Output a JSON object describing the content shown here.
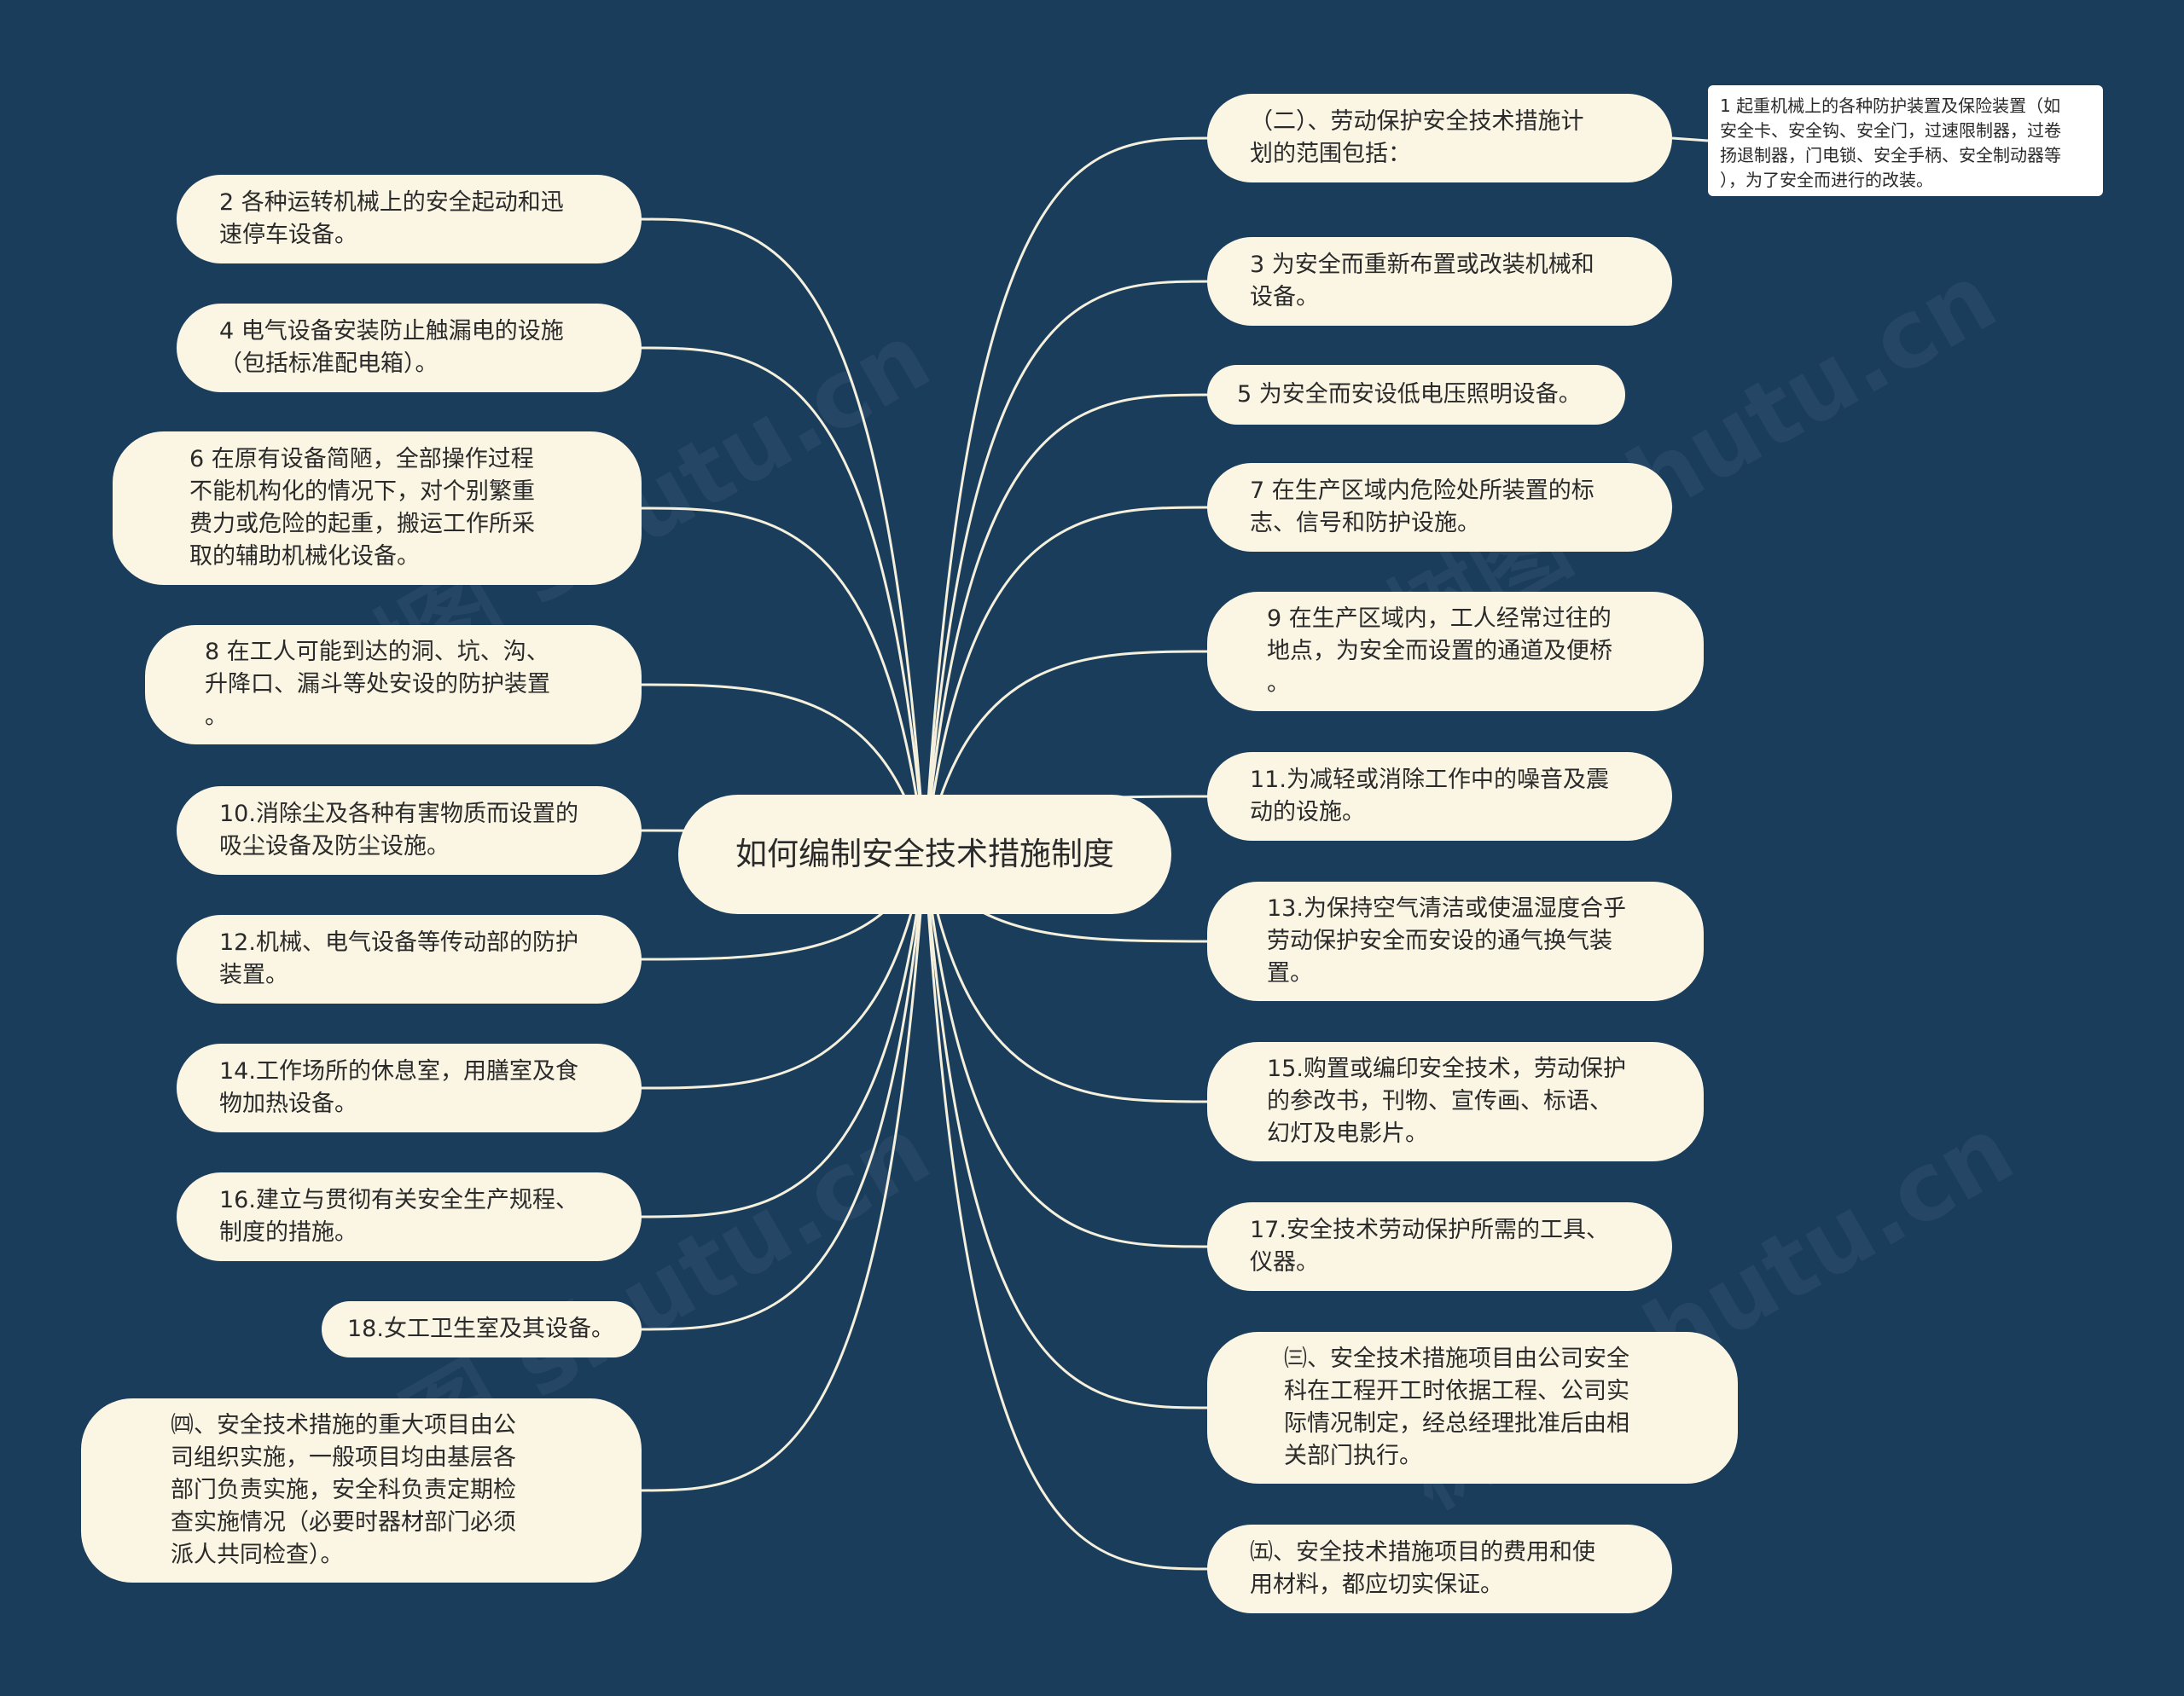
{
  "center": {
    "title": "如何编制安全技术措施制度"
  },
  "right_nodes": [
    "（二）、劳动保护安全技术措施计\n划的范围包括：",
    "3 为安全而重新布置或改装机械和\n设备。",
    "5 为安全而安设低电压照明设备。",
    "7 在生产区域内危险处所装置的标\n志、信号和防护设施。",
    "9 在生产区域内，工人经常过往的\n地点，为安全而设置的通道及便桥\n。",
    "11.为减轻或消除工作中的噪音及震\n动的设施。",
    "13.为保持空气清洁或使温湿度合乎\n劳动保护安全而安设的通气换气装\n置。",
    "15.购置或编印安全技术，劳动保护\n的参改书，刊物、宣传画、标语、\n幻灯及电影片。",
    "17.安全技术劳动保护所需的工具、\n仪器。",
    "㈢、安全技术措施项目由公司安全\n科在工程开工时依据工程、公司实\n际情况制定，经总经理批准后由相\n关部门执行。",
    "㈤、安全技术措施项目的费用和使\n用材料，都应切实保证。"
  ],
  "left_nodes": [
    "2 各种运转机械上的安全起动和迅\n速停车设备。",
    "4 电气设备安装防止触漏电的设施\n（包括标准配电箱）。",
    "6 在原有设备简陋，全部操作过程\n不能机构化的情况下，对个别繁重\n费力或危险的起重，搬运工作所采\n取的辅助机械化设备。",
    "8 在工人可能到达的洞、坑、沟、\n升降口、漏斗等处安设的防护装置\n。",
    "10.消除尘及各种有害物质而设置的\n吸尘设备及防尘设施。",
    "12.机械、电气设备等传动部的防护\n装置。",
    "14.工作场所的休息室，用膳室及食\n物加热设备。",
    "16.建立与贯彻有关安全生产规程、\n制度的措施。",
    "18.女工卫生室及其设备。",
    "㈣、安全技术措施的重大项目由公\n司组织实施，一般项目均由基层各\n部门负责实施，安全科负责定期检\n查实施情况（必要时器材部门必须\n派人共同检查）。"
  ],
  "note": "1 起重机械上的各种防护装置及保险装置（如\n安全卡、安全钩、安全门，过速限制器，过卷\n扬退制器，门电锁、安全手柄、安全制动器等\n），为了安全而进行的改装。",
  "watermark": "树图 shutu.cn",
  "colors": {
    "background": "#1a3d5c",
    "node": "#fbf6e4",
    "line": "#f5f0dc"
  }
}
